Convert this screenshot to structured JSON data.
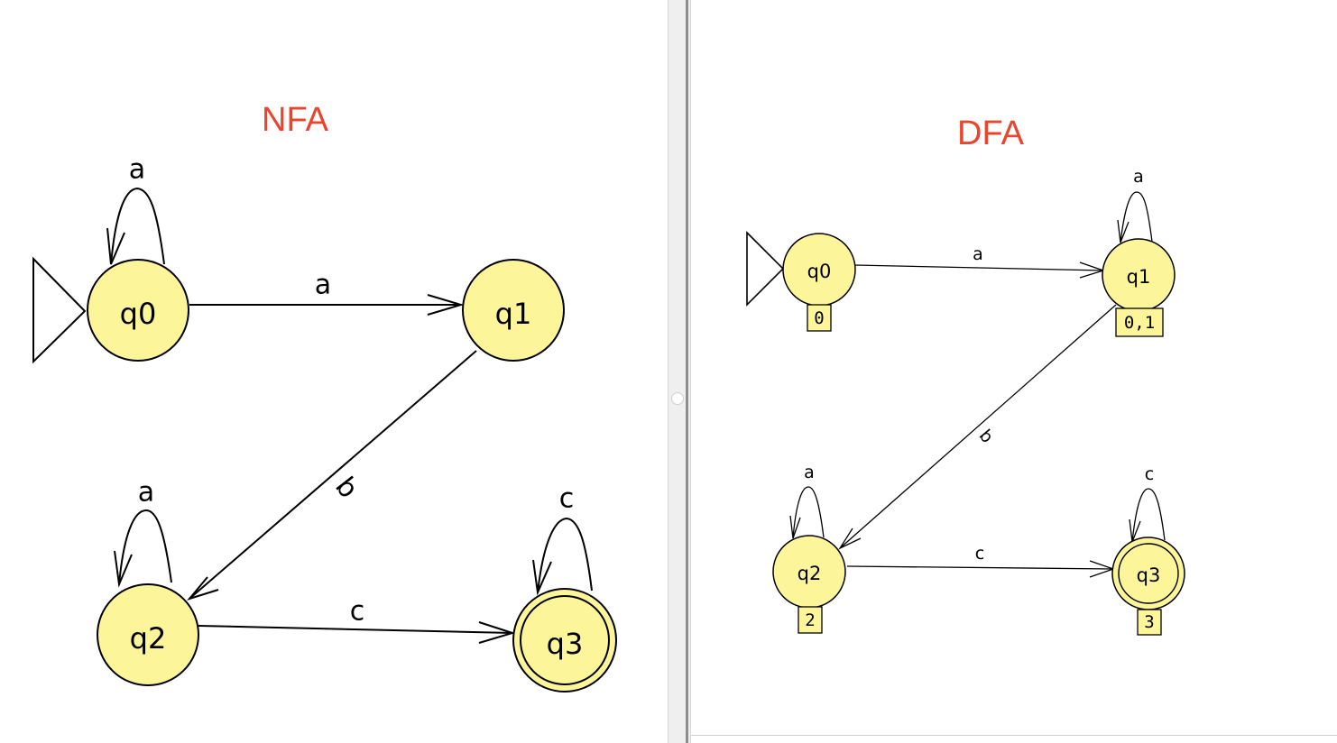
{
  "nfa": {
    "title": "NFA",
    "states": [
      {
        "name": "q0",
        "initial": true,
        "final": false
      },
      {
        "name": "q1",
        "initial": false,
        "final": false
      },
      {
        "name": "q2",
        "initial": false,
        "final": false
      },
      {
        "name": "q3",
        "initial": false,
        "final": true
      }
    ],
    "transitions": [
      {
        "from": "q0",
        "to": "q0",
        "label": "a"
      },
      {
        "from": "q0",
        "to": "q1",
        "label": "a"
      },
      {
        "from": "q1",
        "to": "q2",
        "label": "b"
      },
      {
        "from": "q2",
        "to": "q2",
        "label": "a"
      },
      {
        "from": "q2",
        "to": "q3",
        "label": "c"
      },
      {
        "from": "q3",
        "to": "q3",
        "label": "c"
      }
    ]
  },
  "dfa": {
    "title": "DFA",
    "states": [
      {
        "name": "q0",
        "subset": "0",
        "initial": true,
        "final": false
      },
      {
        "name": "q1",
        "subset": "0,1",
        "initial": false,
        "final": false
      },
      {
        "name": "q2",
        "subset": "2",
        "initial": false,
        "final": false
      },
      {
        "name": "q3",
        "subset": "3",
        "initial": false,
        "final": true
      }
    ],
    "transitions": [
      {
        "from": "q0",
        "to": "q1",
        "label": "a"
      },
      {
        "from": "q1",
        "to": "q1",
        "label": "a"
      },
      {
        "from": "q1",
        "to": "q2",
        "label": "b"
      },
      {
        "from": "q2",
        "to": "q2",
        "label": "a"
      },
      {
        "from": "q2",
        "to": "q3",
        "label": "c"
      },
      {
        "from": "q3",
        "to": "q3",
        "label": "c"
      }
    ]
  },
  "colors": {
    "state_fill": "#fdf59a",
    "title": "#e8442e",
    "stroke": "#000000"
  }
}
